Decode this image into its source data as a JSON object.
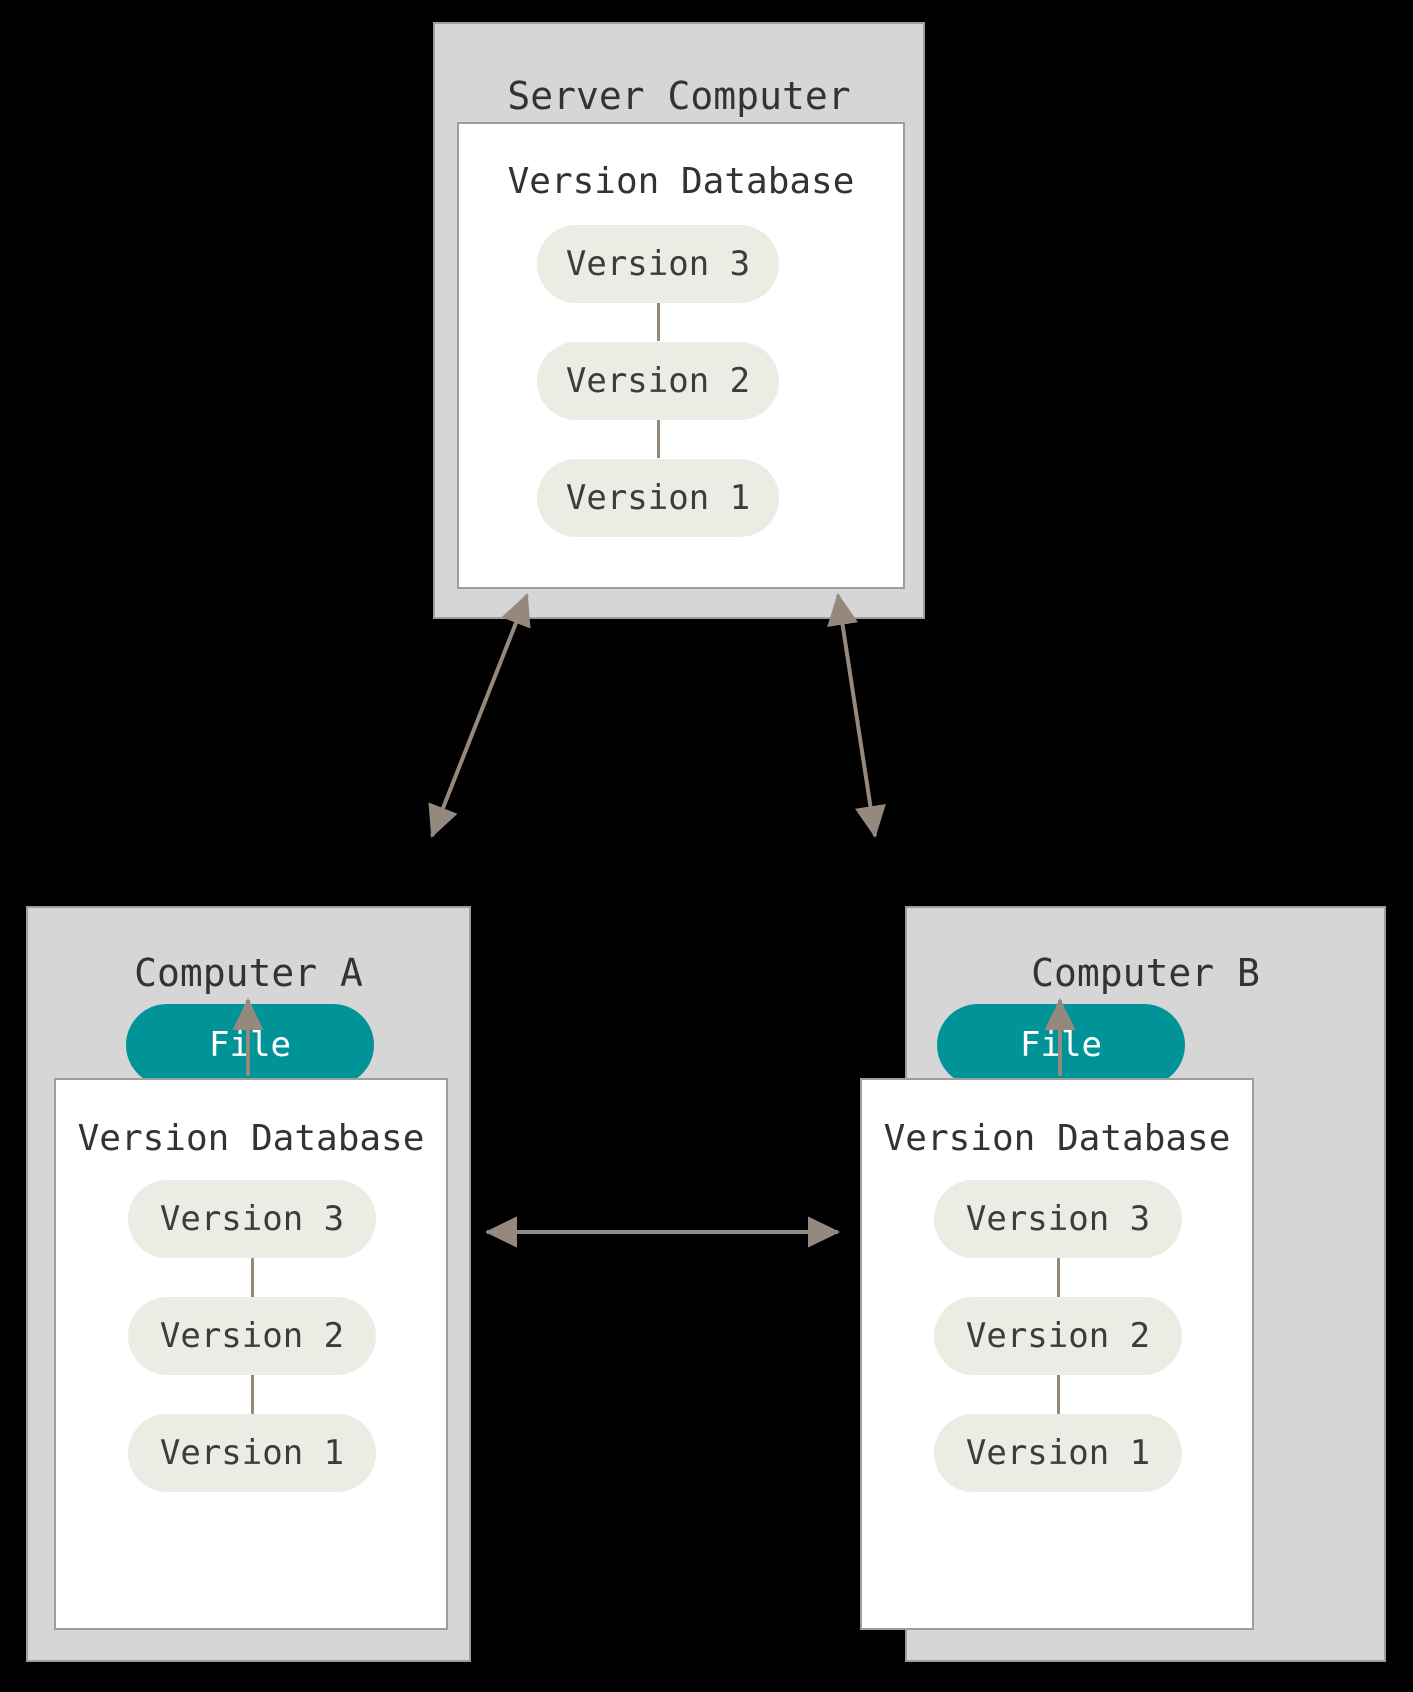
{
  "server": {
    "title": "Server Computer",
    "database": {
      "title": "Version Database",
      "versions": [
        {
          "label": "Version 3"
        },
        {
          "label": "Version 2"
        },
        {
          "label": "Version 1"
        }
      ]
    }
  },
  "computer_a": {
    "title": "Computer A",
    "file": {
      "label": "File"
    },
    "database": {
      "title": "Version Database",
      "versions": [
        {
          "label": "Version 3"
        },
        {
          "label": "Version 2"
        },
        {
          "label": "Version 1"
        }
      ]
    }
  },
  "computer_b": {
    "title": "Computer B",
    "file": {
      "label": "File"
    },
    "database": {
      "title": "Version Database",
      "versions": [
        {
          "label": "Version 3"
        },
        {
          "label": "Version 2"
        },
        {
          "label": "Version 1"
        }
      ]
    }
  },
  "colors": {
    "background": "#000000",
    "panel_fill": "#d6d6d6",
    "panel_border": "#9e9e9e",
    "database_fill": "#ffffff",
    "version_pill_fill": "#ececE4",
    "file_pill_fill": "#009499",
    "file_pill_text": "#ffffff",
    "arrow": "#95897e",
    "text": "#333333"
  },
  "connections": [
    {
      "name": "server-to-computer-a",
      "style": "double-arrow"
    },
    {
      "name": "server-to-computer-b",
      "style": "double-arrow"
    },
    {
      "name": "computer-a-to-computer-b",
      "style": "double-arrow"
    },
    {
      "name": "database-a-to-file-a",
      "style": "single-arrow"
    },
    {
      "name": "database-b-to-file-b",
      "style": "single-arrow"
    }
  ]
}
